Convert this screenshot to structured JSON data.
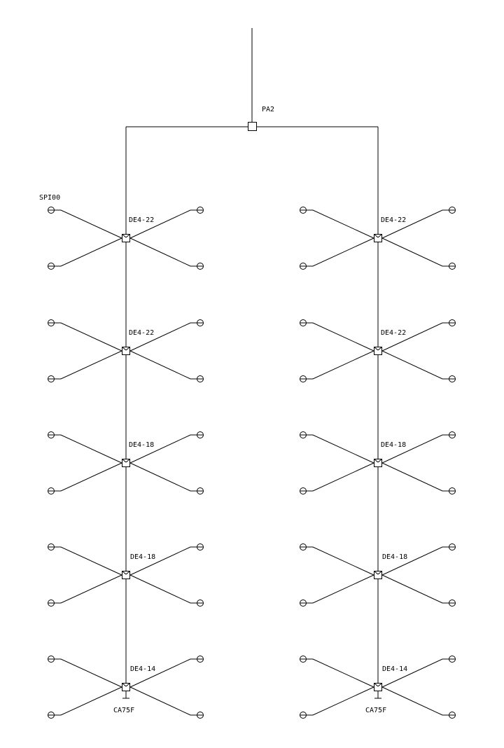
{
  "amplifier": {
    "label": "PA2"
  },
  "outlet_label": "SPI00",
  "branches": [
    {
      "taps": [
        {
          "label": "DE4-22"
        },
        {
          "label": "DE4-22"
        },
        {
          "label": "DE4-18"
        },
        {
          "label": "DE4-18"
        },
        {
          "label": "DE4-14"
        }
      ],
      "terminator": {
        "label": "CA75F"
      }
    },
    {
      "taps": [
        {
          "label": "DE4-22"
        },
        {
          "label": "DE4-22"
        },
        {
          "label": "DE4-18"
        },
        {
          "label": "DE4-18"
        },
        {
          "label": "DE4-14"
        }
      ],
      "terminator": {
        "label": "CA75F"
      }
    }
  ]
}
